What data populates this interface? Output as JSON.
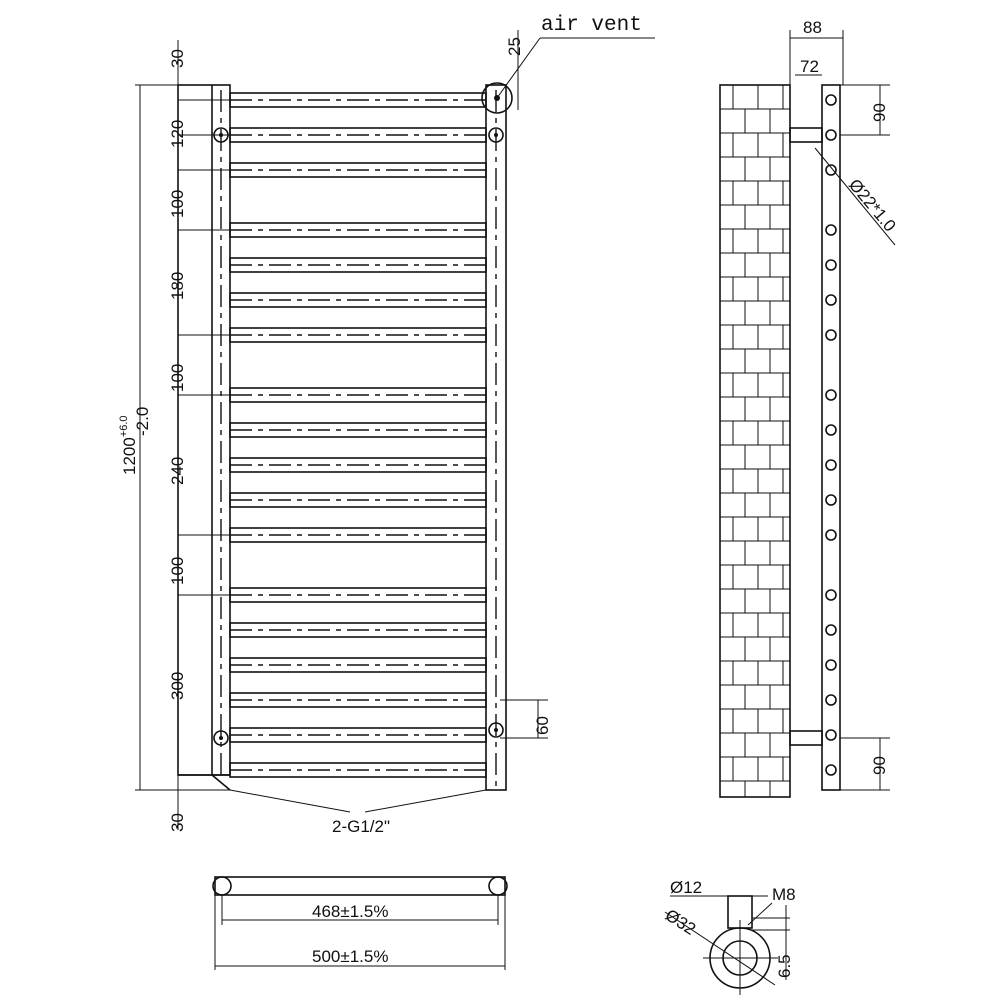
{
  "labels": {
    "air_vent": "air vent",
    "dim_25": "25",
    "dim_30_top": "30",
    "dim_120": "120",
    "dim_100_a": "100",
    "dim_180": "180",
    "dim_100_b": "100",
    "dim_240": "240",
    "dim_100_c": "100",
    "dim_300": "300",
    "dim_30_bottom": "30",
    "dim_60": "60",
    "total_height": "1200",
    "tol_plus": "+6.0",
    "tol_minus": "-2.0",
    "connection": "2-G1/2\"",
    "inner_width": "468±1.5%",
    "outer_width": "500±1.5%",
    "depth_88": "88",
    "depth_72": "72",
    "side_90_top": "90",
    "side_90_bottom": "90",
    "pipe_dia": "Ø22*1.0",
    "bracket_12": "Ø12",
    "bracket_32": "Ø32",
    "bracket_m8": "M8",
    "bracket_65": "6.5"
  },
  "bar_count": 18
}
